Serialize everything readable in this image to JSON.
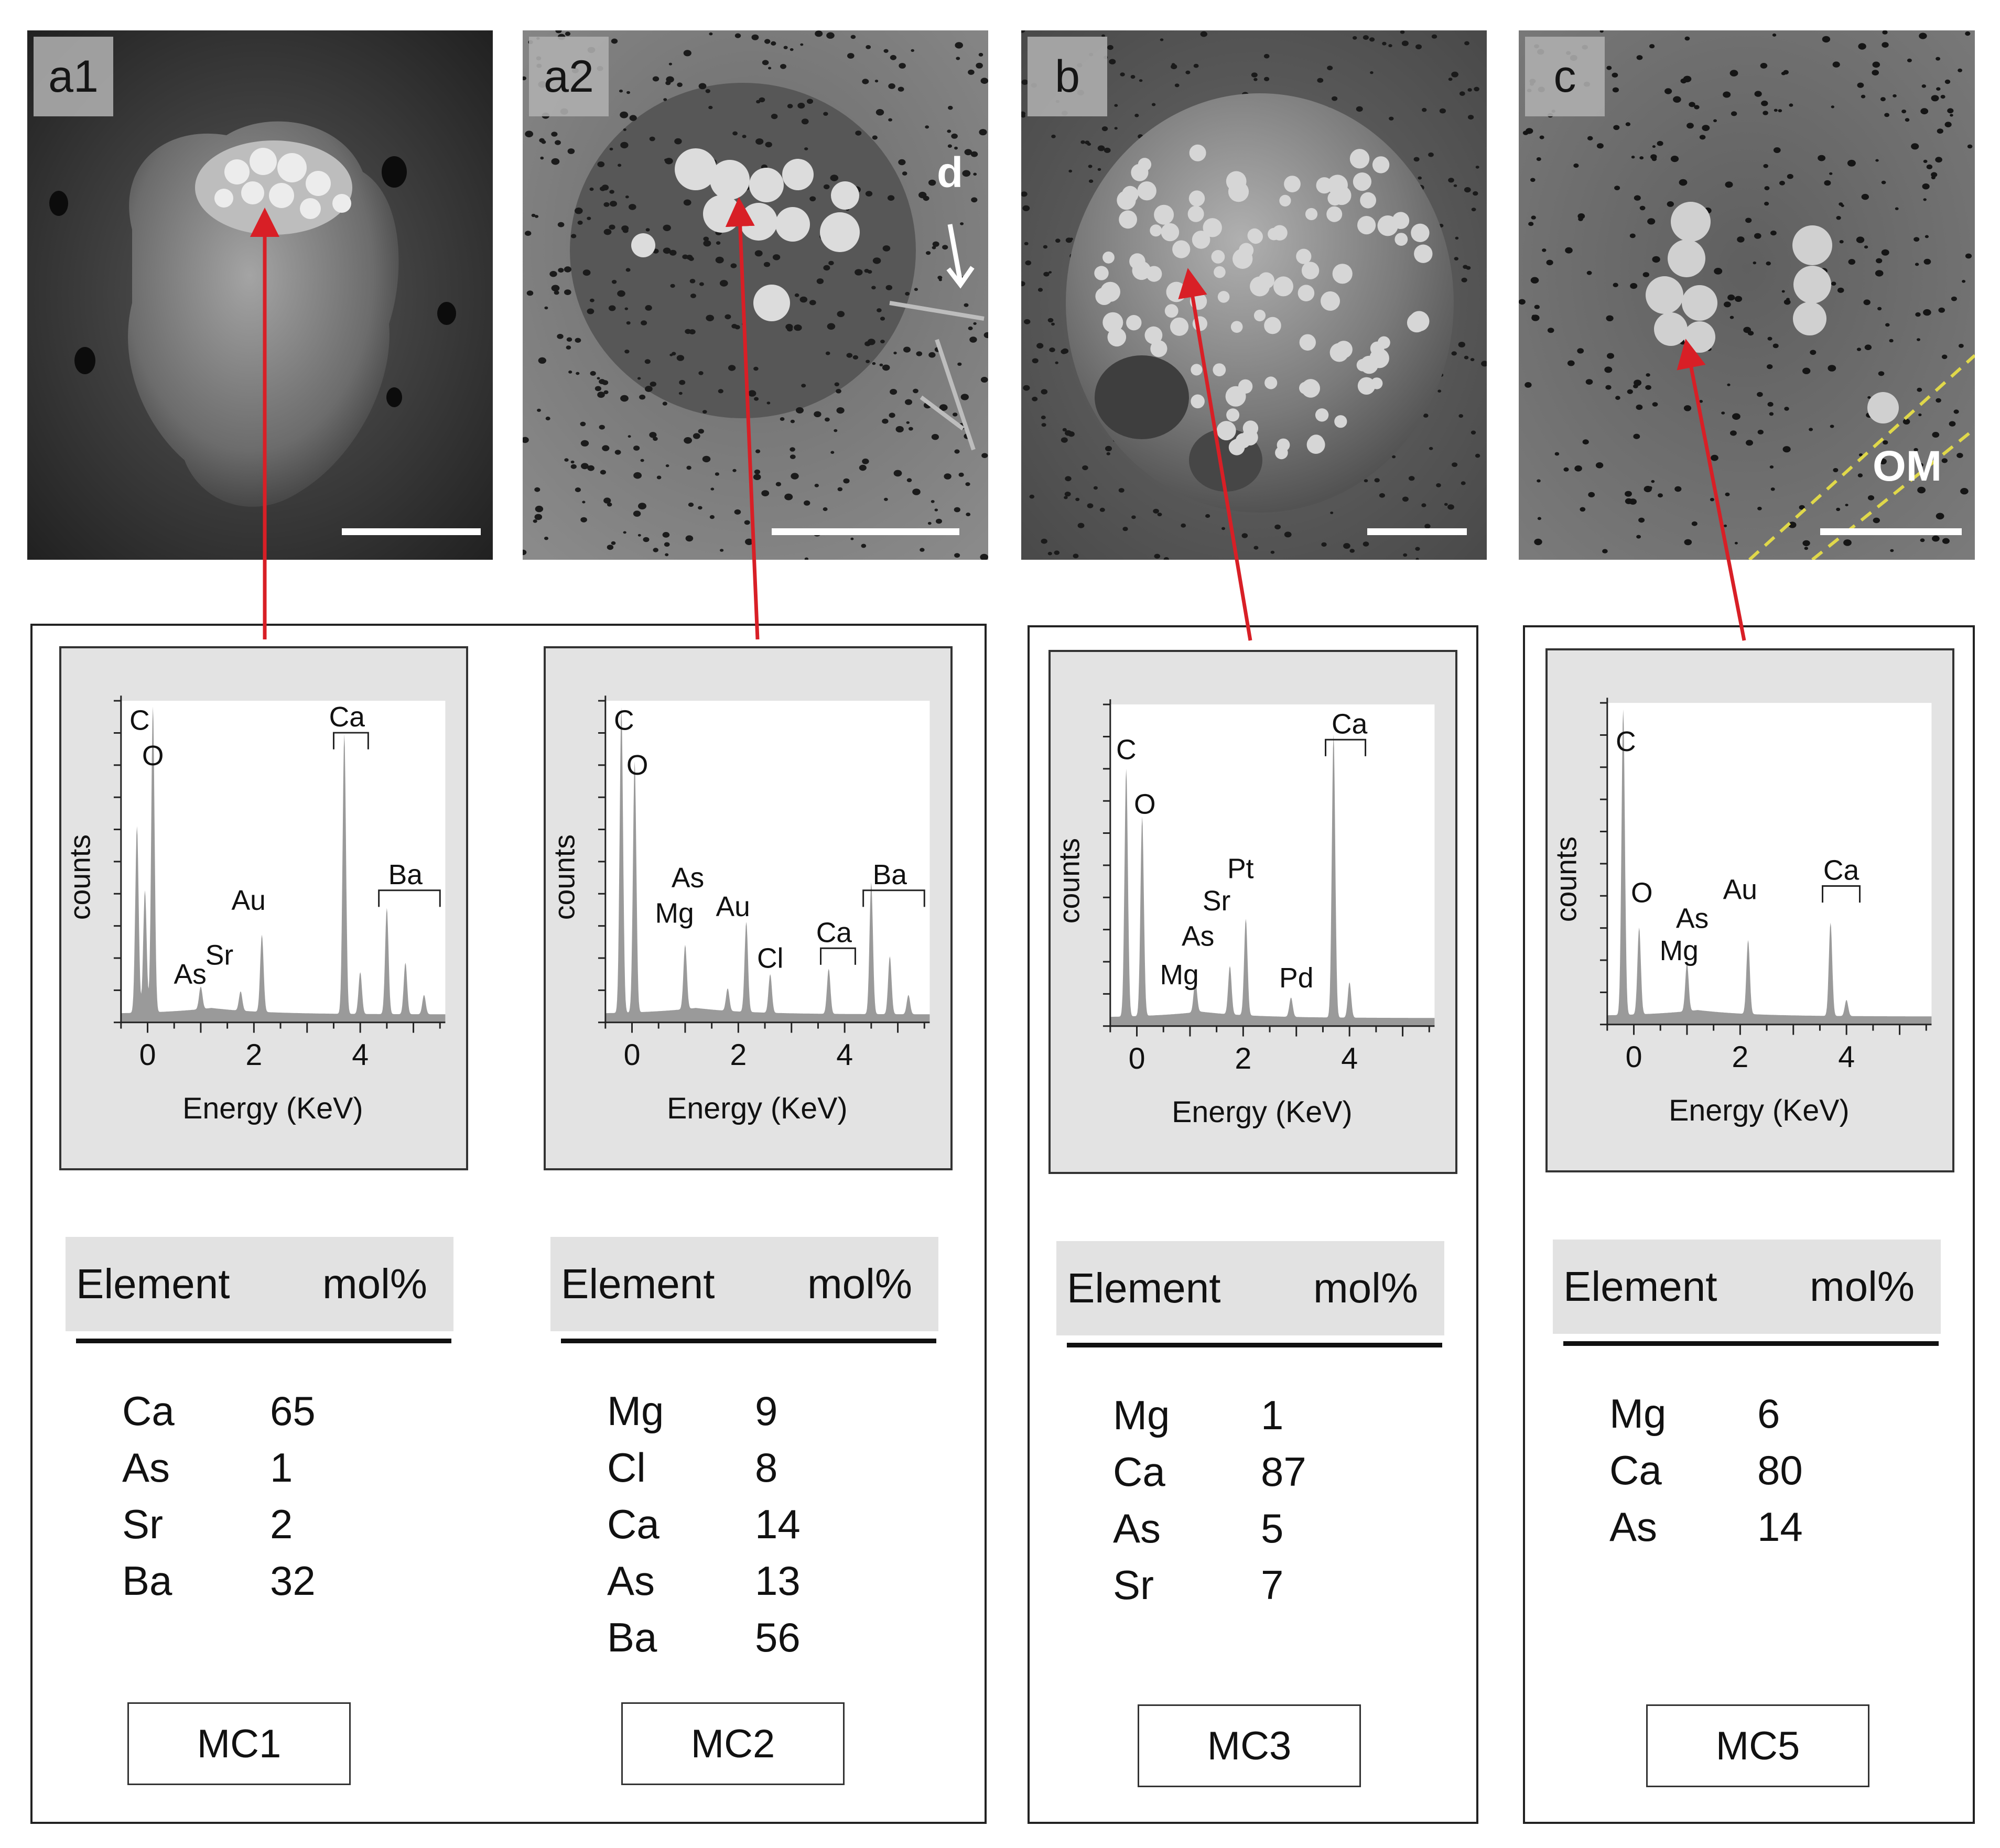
{
  "panels": [
    {
      "tag": "a1",
      "note": "",
      "cluster": "MC1",
      "spectrum": {
        "type": "area",
        "ylabel": "counts",
        "xlabel": "Energy (KeV)",
        "xticks": [
          "0",
          "2",
          "4"
        ],
        "peaks": [
          {
            "x": -0.2,
            "h": 0.58
          },
          {
            "x": -0.05,
            "h": 0.38
          },
          {
            "x": 0.1,
            "h": 0.95
          },
          {
            "x": 1.0,
            "h": 0.07
          },
          {
            "x": 1.75,
            "h": 0.06
          },
          {
            "x": 2.15,
            "h": 0.24
          },
          {
            "x": 3.7,
            "h": 0.87
          },
          {
            "x": 4.0,
            "h": 0.13
          },
          {
            "x": 4.5,
            "h": 0.33
          },
          {
            "x": 4.85,
            "h": 0.16
          },
          {
            "x": 5.2,
            "h": 0.06
          }
        ],
        "labels": [
          {
            "text": "C",
            "x": -0.15,
            "h": 0.91
          },
          {
            "text": "O",
            "x": 0.1,
            "h": 0.8
          },
          {
            "text": "As",
            "x": 0.8,
            "h": 0.12
          },
          {
            "text": "Sr",
            "x": 1.35,
            "h": 0.18
          },
          {
            "text": "Au",
            "x": 1.9,
            "h": 0.35
          },
          {
            "text": "Ca",
            "x": 3.75,
            "h": 0.92,
            "bracket": [
              3.5,
              4.15
            ]
          },
          {
            "text": "Ba",
            "x": 4.85,
            "h": 0.43,
            "bracket": [
              4.35,
              5.5
            ]
          }
        ]
      },
      "table": {
        "header_element": "Element",
        "header_value": "mol%",
        "rows": [
          [
            "Ca",
            "65"
          ],
          [
            "As",
            "1"
          ],
          [
            "Sr",
            "2"
          ],
          [
            "Ba",
            "32"
          ]
        ]
      }
    },
    {
      "tag": "a2",
      "note": "d",
      "cluster": "MC2",
      "spectrum": {
        "type": "area",
        "ylabel": "counts",
        "xlabel": "Energy (KeV)",
        "xticks": [
          "0",
          "2",
          "4"
        ],
        "peaks": [
          {
            "x": -0.2,
            "h": 0.95
          },
          {
            "x": 0.05,
            "h": 0.78
          },
          {
            "x": 1.0,
            "h": 0.2
          },
          {
            "x": 1.8,
            "h": 0.07
          },
          {
            "x": 2.15,
            "h": 0.28
          },
          {
            "x": 2.6,
            "h": 0.12
          },
          {
            "x": 3.7,
            "h": 0.14
          },
          {
            "x": 4.5,
            "h": 0.41
          },
          {
            "x": 4.85,
            "h": 0.18
          },
          {
            "x": 5.2,
            "h": 0.06
          }
        ],
        "labels": [
          {
            "text": "C",
            "x": -0.15,
            "h": 0.91
          },
          {
            "text": "O",
            "x": 0.1,
            "h": 0.77
          },
          {
            "text": "As",
            "x": 1.05,
            "h": 0.42
          },
          {
            "text": "Mg",
            "x": 0.8,
            "h": 0.31
          },
          {
            "text": "Au",
            "x": 1.9,
            "h": 0.33
          },
          {
            "text": "Cl",
            "x": 2.6,
            "h": 0.17
          },
          {
            "text": "Ca",
            "x": 3.8,
            "h": 0.25,
            "bracket": [
              3.55,
              4.2
            ]
          },
          {
            "text": "Ba",
            "x": 4.85,
            "h": 0.43,
            "bracket": [
              4.35,
              5.5
            ]
          }
        ]
      },
      "table": {
        "header_element": "Element",
        "header_value": "mol%",
        "rows": [
          [
            "Mg",
            "9"
          ],
          [
            "Cl",
            "8"
          ],
          [
            "Ca",
            "14"
          ],
          [
            "As",
            "13"
          ],
          [
            "Ba",
            "56"
          ]
        ]
      }
    },
    {
      "tag": "b",
      "note": "",
      "cluster": "MC3",
      "spectrum": {
        "type": "area",
        "ylabel": "counts",
        "xlabel": "Energy (KeV)",
        "xticks": [
          "0",
          "2",
          "4"
        ],
        "peaks": [
          {
            "x": -0.2,
            "h": 0.77
          },
          {
            "x": 0.1,
            "h": 0.62
          },
          {
            "x": 1.1,
            "h": 0.1
          },
          {
            "x": 1.75,
            "h": 0.15
          },
          {
            "x": 2.05,
            "h": 0.3
          },
          {
            "x": 2.9,
            "h": 0.06
          },
          {
            "x": 3.7,
            "h": 0.88
          },
          {
            "x": 4.0,
            "h": 0.11
          }
        ],
        "labels": [
          {
            "text": "C",
            "x": -0.2,
            "h": 0.83
          },
          {
            "text": "O",
            "x": 0.15,
            "h": 0.66
          },
          {
            "text": "Mg",
            "x": 0.8,
            "h": 0.13
          },
          {
            "text": "As",
            "x": 1.15,
            "h": 0.25
          },
          {
            "text": "Sr",
            "x": 1.5,
            "h": 0.36
          },
          {
            "text": "Pt",
            "x": 1.95,
            "h": 0.46
          },
          {
            "text": "Pd",
            "x": 3.0,
            "h": 0.12
          },
          {
            "text": "Ca",
            "x": 4.0,
            "h": 0.91,
            "bracket": [
              3.55,
              4.3
            ]
          }
        ]
      },
      "table": {
        "header_element": "Element",
        "header_value": "mol%",
        "rows": [
          [
            "Mg",
            "1"
          ],
          [
            "Ca",
            "87"
          ],
          [
            "As",
            "5"
          ],
          [
            "Sr",
            "7"
          ]
        ]
      }
    },
    {
      "tag": "c",
      "note": "OM",
      "cluster": "MC5",
      "spectrum": {
        "type": "area",
        "ylabel": "counts",
        "xlabel": "Energy (KeV)",
        "xticks": [
          "0",
          "2",
          "4"
        ],
        "peaks": [
          {
            "x": -0.2,
            "h": 0.95
          },
          {
            "x": 0.1,
            "h": 0.27
          },
          {
            "x": 1.0,
            "h": 0.15
          },
          {
            "x": 2.15,
            "h": 0.23
          },
          {
            "x": 3.7,
            "h": 0.29
          },
          {
            "x": 4.0,
            "h": 0.05
          }
        ],
        "labels": [
          {
            "text": "C",
            "x": -0.15,
            "h": 0.85
          },
          {
            "text": "O",
            "x": 0.15,
            "h": 0.38
          },
          {
            "text": "As",
            "x": 1.1,
            "h": 0.3
          },
          {
            "text": "Mg",
            "x": 0.85,
            "h": 0.2
          },
          {
            "text": "Au",
            "x": 2.0,
            "h": 0.39
          },
          {
            "text": "Ca",
            "x": 3.9,
            "h": 0.45,
            "bracket": [
              3.55,
              4.25
            ]
          }
        ]
      },
      "table": {
        "header_element": "Element",
        "header_value": "mol%",
        "rows": [
          [
            "Mg",
            "6"
          ],
          [
            "Ca",
            "80"
          ],
          [
            "As",
            "14"
          ]
        ]
      }
    }
  ]
}
